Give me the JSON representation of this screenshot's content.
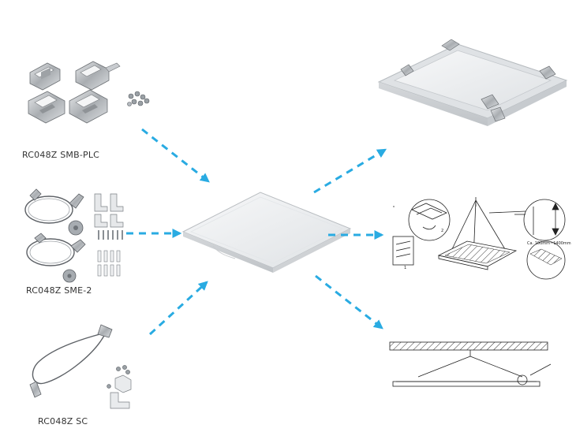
{
  "kits": [
    {
      "label": "RC048Z SMB-PLC"
    },
    {
      "label": "RC048Z SME-2"
    },
    {
      "label": "RC048Z SC"
    }
  ],
  "diagram_annotations": {
    "height_note": "Ca. 100mm~1400mm",
    "callout_1": "1",
    "callout_2": "2"
  },
  "colors": {
    "arrow": "#29abe2",
    "panel": "#eef0f2",
    "metal": "#b8bcc0",
    "line": "#222222"
  }
}
